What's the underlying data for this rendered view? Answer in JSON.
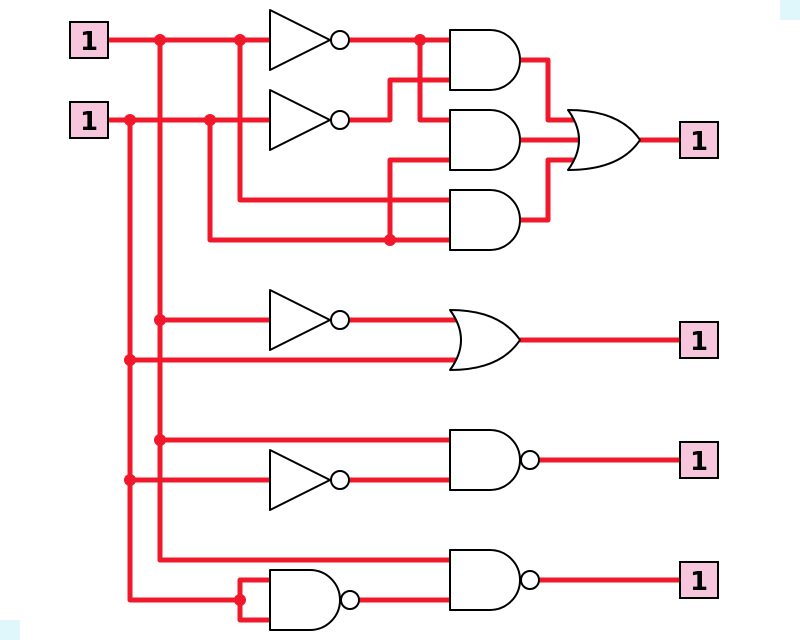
{
  "inputs": [
    {
      "id": "input-a",
      "value": "1"
    },
    {
      "id": "input-b",
      "value": "1"
    }
  ],
  "outputs": [
    {
      "id": "output-1",
      "value": "1"
    },
    {
      "id": "output-2",
      "value": "1"
    },
    {
      "id": "output-3",
      "value": "1"
    },
    {
      "id": "output-4",
      "value": "1"
    }
  ],
  "colors": {
    "wire": "#f0182a",
    "io_fill": "#f7c6dc",
    "gate_stroke": "#000000",
    "corner_marker": "#dff7fb"
  },
  "gates": [
    {
      "type": "NOT"
    },
    {
      "type": "NOT"
    },
    {
      "type": "AND"
    },
    {
      "type": "AND"
    },
    {
      "type": "AND"
    },
    {
      "type": "OR"
    },
    {
      "type": "NOT"
    },
    {
      "type": "OR"
    },
    {
      "type": "NAND"
    },
    {
      "type": "NOT"
    },
    {
      "type": "NAND"
    },
    {
      "type": "NAND"
    }
  ]
}
